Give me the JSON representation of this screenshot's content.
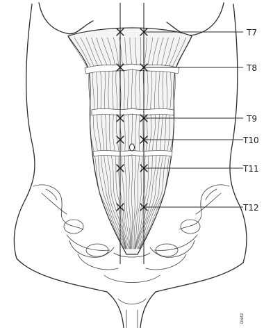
{
  "labels": {
    "t7": "T7",
    "t8": "T8",
    "t9": "T9",
    "t10": "T10",
    "t11": "T11",
    "t12": "T12"
  },
  "signature": "Dietz"
}
